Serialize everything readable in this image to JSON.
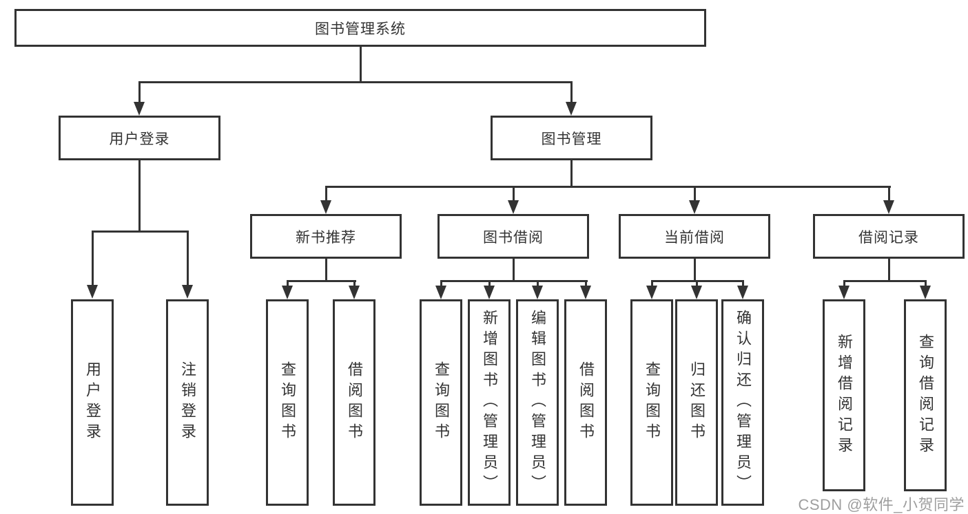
{
  "diagram": {
    "root": {
      "label": "图书管理系统",
      "children": [
        {
          "label": "用户登录",
          "children": [
            {
              "label": "用户登录"
            },
            {
              "label": "注销登录"
            }
          ]
        },
        {
          "label": "图书管理",
          "children": [
            {
              "label": "新书推荐",
              "children": [
                {
                  "label": "查询图书"
                },
                {
                  "label": "借阅图书"
                }
              ]
            },
            {
              "label": "图书借阅",
              "children": [
                {
                  "label": "查询图书"
                },
                {
                  "label": "新增图书（管理员）"
                },
                {
                  "label": "编辑图书（管理员）"
                },
                {
                  "label": "借阅图书"
                }
              ]
            },
            {
              "label": "当前借阅",
              "children": [
                {
                  "label": "查询图书"
                },
                {
                  "label": "归还图书"
                },
                {
                  "label": "确认归还（管理员）"
                }
              ]
            },
            {
              "label": "借阅记录",
              "children": [
                {
                  "label": "新增借阅记录"
                },
                {
                  "label": "查询借阅记录"
                }
              ]
            }
          ]
        }
      ]
    }
  },
  "watermark": {
    "text": "CSDN @软件_小贺同学"
  },
  "colors": {
    "line": "#333333",
    "text": "#333333",
    "watermark": "#9e9e9e",
    "background": "#ffffff"
  }
}
